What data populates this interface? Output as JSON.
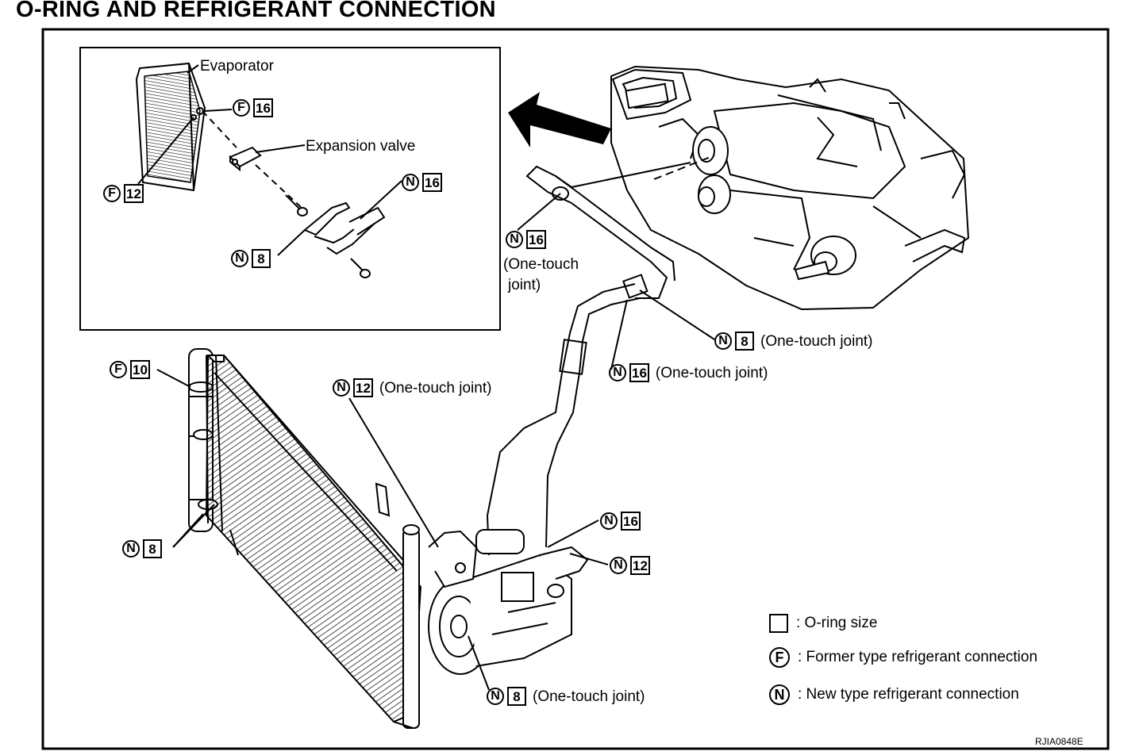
{
  "title": "O-RING AND REFRIGERANT CONNECTION",
  "inset": {
    "evaporator": "Evaporator",
    "expansion_valve": "Expansion valve",
    "tags": [
      {
        "type": "F",
        "size": "16",
        "note": ""
      },
      {
        "type": "F",
        "size": "12",
        "note": ""
      },
      {
        "type": "N",
        "size": "16",
        "note": ""
      },
      {
        "type": "N",
        "size": "8",
        "note": ""
      }
    ]
  },
  "callouts": {
    "n16_left": {
      "type": "N",
      "size": "16",
      "note_line1": "(One-touch",
      "note_line2": "joint)"
    },
    "n8_heater": {
      "type": "N",
      "size": "8",
      "note": "(One-touch joint)"
    },
    "n16_hose": {
      "type": "N",
      "size": "16",
      "note": "(One-touch joint)"
    },
    "n12_condenser": {
      "type": "N",
      "size": "12",
      "note": "(One-touch joint)"
    },
    "f10_tank": {
      "type": "F",
      "size": "10",
      "note": ""
    },
    "n8_tank": {
      "type": "N",
      "size": "8",
      "note": ""
    },
    "n16_comp": {
      "type": "N",
      "size": "16",
      "note": ""
    },
    "n12_comp": {
      "type": "N",
      "size": "12",
      "note": ""
    },
    "n8_bottom": {
      "type": "N",
      "size": "8",
      "note": "(One-touch joint)"
    }
  },
  "legend": {
    "box_label": ": O-ring size",
    "f_symbol": "F",
    "f_label": ": Former type refrigerant connection",
    "n_symbol": "N",
    "n_label": ": New type refrigerant connection"
  },
  "image_code": "RJIA0848E"
}
